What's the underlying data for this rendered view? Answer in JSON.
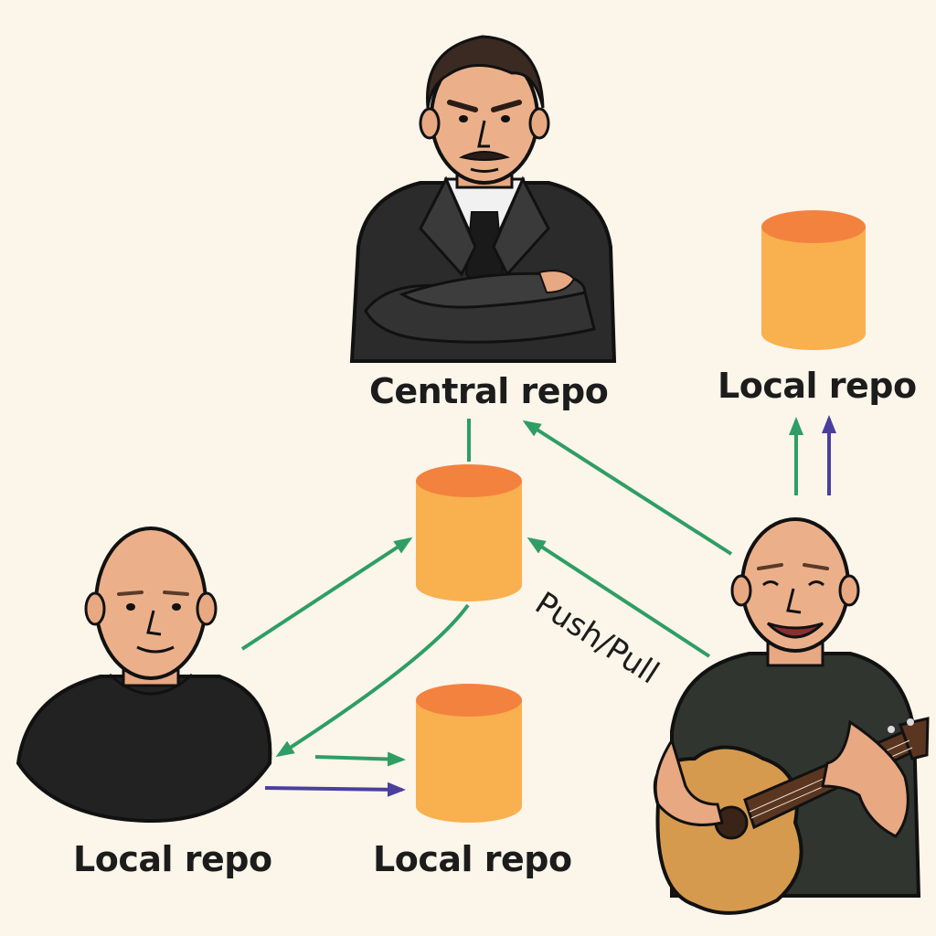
{
  "labels": {
    "central_repo": "Central repo",
    "local_repo_top_right": "Local repo",
    "local_repo_left": "Local repo",
    "local_repo_bottom": "Local repo",
    "push_pull": "Push/Pull"
  },
  "colors": {
    "background": "#fbf5ea",
    "cylinder_body": "#f9b04f",
    "cylinder_top": "#f3823f",
    "arrow_green": "#2e9e64",
    "arrow_blue": "#4a3f9e",
    "suit": "#2b2b2b",
    "shirt_dark": "#222222",
    "shirt_green": "#30352f",
    "skin": "#e7a882",
    "guitar": "#d69a4e"
  },
  "icons": {
    "repo": "database-cylinder-icon",
    "manager": "manager-avatar",
    "developer_left": "developer-avatar",
    "developer_guitar": "guitarist-avatar"
  }
}
